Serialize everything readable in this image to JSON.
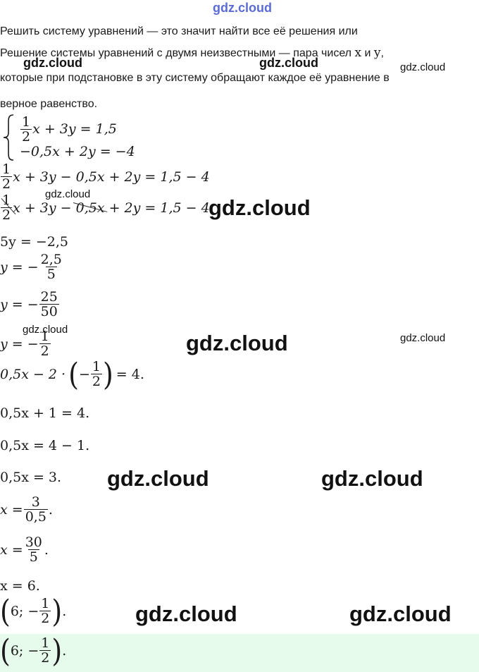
{
  "header_watermark": "gdz.cloud",
  "watermark": "gdz.cloud",
  "intro_line": "Решить систему уравнений — это значит найти все её решения или",
  "definition": {
    "line1_pre": "Решение системы уравнений с двумя неизвестными — пара чисел ",
    "var_x": "x",
    "and": " и ",
    "var_y": "y",
    "line1_post": ",",
    "line2": "которые при подстановке в эту систему обращают каждое её уравнение в",
    "line3": "верное равенство."
  },
  "system": {
    "eq1_frac_num": "1",
    "eq1_frac_den": "2",
    "eq1_rest": "x + 3y = 1,5",
    "eq2": "−0,5x + 2y = −4"
  },
  "step_sum": {
    "frac_num": "1",
    "frac_den": "2",
    "rest": "x + 3y − 0,5x + 2y = 1,5 − 4"
  },
  "step_cancel": {
    "frac_num": "1",
    "frac_den": "2",
    "rest": "x + 3y − 0,5x + 2y = 1,5 − 4"
  },
  "step_5y": "5y = −2,5",
  "step_y1": {
    "lhs": "y = −",
    "num": "2,5",
    "den": "5"
  },
  "step_y2": {
    "lhs": "y = −",
    "num": "25",
    "den": "50"
  },
  "step_y3": {
    "lhs": "y = −",
    "num": "1",
    "den": "2"
  },
  "step_x1": {
    "lhs": "0,5x − 2 ·",
    "num": "1",
    "den": "2",
    "rhs": "= 4."
  },
  "step_x2": "0,5x + 1 = 4.",
  "step_x3": "0,5x = 4 − 1.",
  "step_x4": "0,5x = 3.",
  "step_x5": {
    "lhs": "x =",
    "num": "3",
    "den": "0,5",
    "end": "."
  },
  "step_x6": {
    "lhs": "x =",
    "num": "30",
    "den": "5",
    "end": "."
  },
  "step_x7": "x = 6.",
  "result": {
    "pre": "6; −",
    "num": "1",
    "den": "2",
    "end": "."
  },
  "answer": {
    "pre": "6; −",
    "num": "1",
    "den": "2",
    "end": "."
  },
  "colors": {
    "answer_bg": "#e6fbec",
    "header_watermark": "#5b6bd6"
  }
}
